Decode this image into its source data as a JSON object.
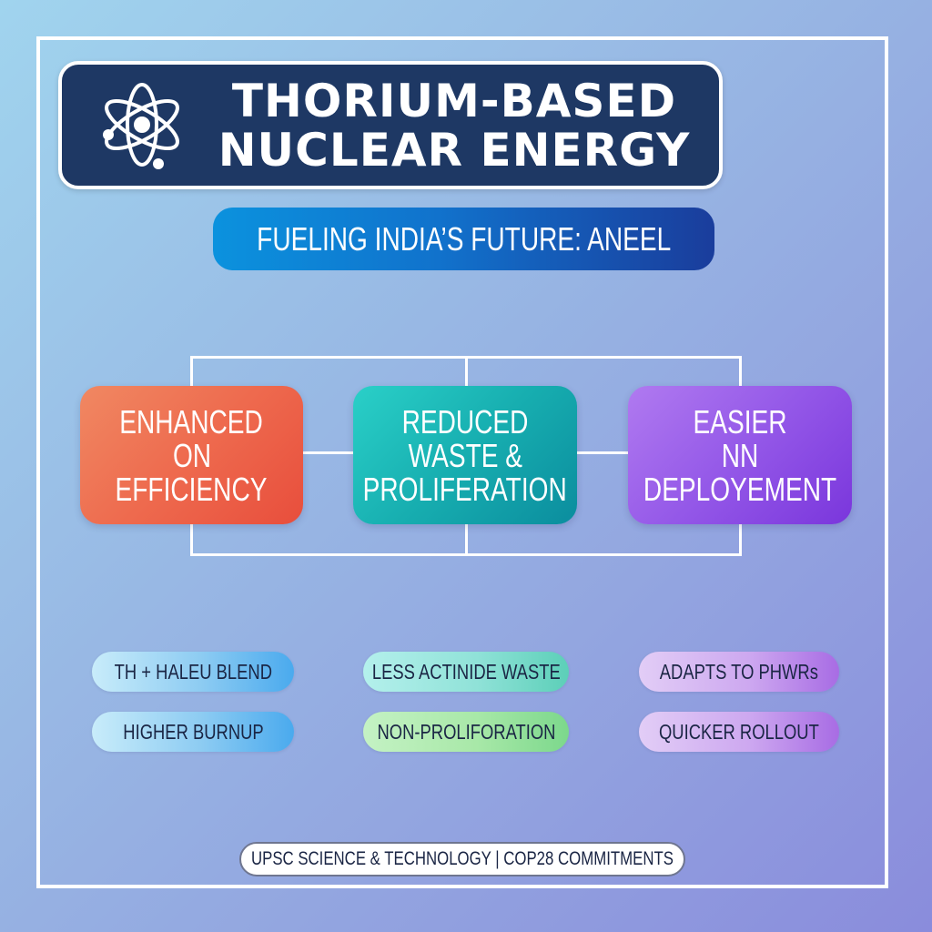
{
  "header": {
    "icon": "atom-icon",
    "title_line1": "THORIUM-BASED",
    "title_line2": "NUCLEAR ENERGY",
    "subtitle": "FUELING INDIA’S FUTURE: ANEEL"
  },
  "benefits": [
    {
      "lines": [
        "ENHANCED",
        "ON",
        "EFFICIENCY"
      ],
      "color": "#ee6a4e"
    },
    {
      "lines": [
        "REDUCED",
        "WASTE &",
        "PROLIFERATION"
      ],
      "color": "#17aeb0"
    },
    {
      "lines": [
        "EASIER",
        "NN",
        "DEPLOYEMENT"
      ],
      "color": "#9458e8"
    }
  ],
  "tags": {
    "column1": [
      "TH + HALEU BLEND",
      "HIGHER BURNUP"
    ],
    "column2": [
      "LESS ACTINIDE WASTE",
      "NON-PROLIFORATION"
    ],
    "column3": [
      "ADAPTS TO PHWRs",
      "QUICKER ROLLOUT"
    ]
  },
  "footer": {
    "text": "UPSC SCIENCE & TECHNOLOGY | COP28 COMMITMENTS"
  },
  "colors": {
    "title_bg": "#1e3864",
    "subtitle_start": "#0b92de",
    "subtitle_end": "#1a3d9c",
    "background_start": "#a0d4ee",
    "background_end": "#8a8cdc"
  }
}
